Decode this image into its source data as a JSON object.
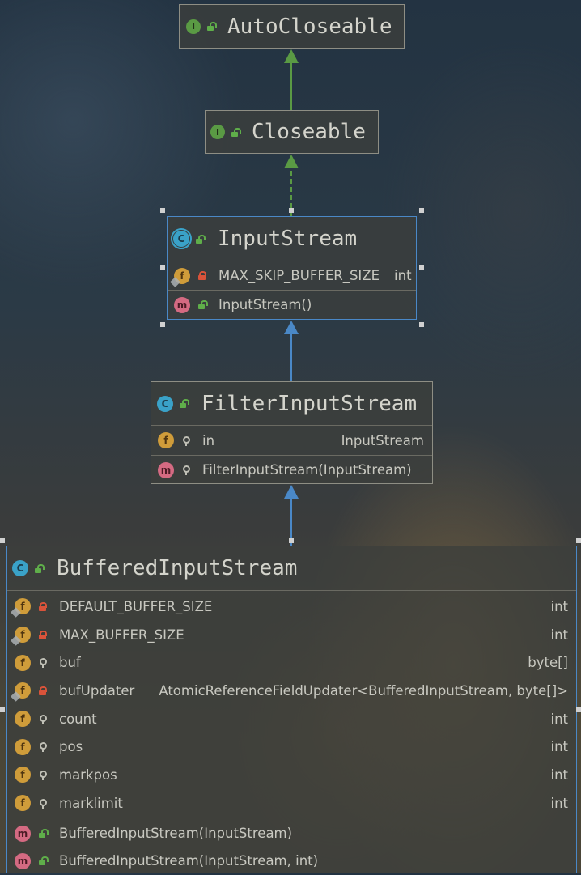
{
  "colors": {
    "accent_selected": "#4a88c7",
    "realization_arrow": "#5a9a44",
    "extends_arrow": "#4a88c7"
  },
  "nodes": {
    "autocloseable": {
      "name": "AutoCloseable",
      "kind_icon": "I",
      "visibility": "public"
    },
    "closeable": {
      "name": "Closeable",
      "kind_icon": "I",
      "visibility": "public"
    },
    "inputstream": {
      "name": "InputStream",
      "kind_icon": "C",
      "visibility": "public",
      "fields": [
        {
          "name": "MAX_SKIP_BUFFER_SIZE",
          "type": "int",
          "icon": "f"
        }
      ],
      "methods": [
        {
          "name": "InputStream()",
          "icon": "m"
        }
      ]
    },
    "filterinputstream": {
      "name": "FilterInputStream",
      "kind_icon": "C",
      "visibility": "public",
      "fields": [
        {
          "name": "in",
          "type": "InputStream",
          "icon": "f"
        }
      ],
      "methods": [
        {
          "name": "FilterInputStream(InputStream)",
          "icon": "m"
        }
      ]
    },
    "bufferedinputstream": {
      "name": "BufferedInputStream",
      "kind_icon": "C",
      "visibility": "public",
      "fields": [
        {
          "name": "DEFAULT_BUFFER_SIZE",
          "type": "int",
          "icon": "f"
        },
        {
          "name": "MAX_BUFFER_SIZE",
          "type": "int",
          "icon": "f"
        },
        {
          "name": "buf",
          "type": "byte[]",
          "icon": "f"
        },
        {
          "name": "bufUpdater",
          "type": "AtomicReferenceFieldUpdater<BufferedInputStream, byte[]>",
          "icon": "f"
        },
        {
          "name": "count",
          "type": "int",
          "icon": "f"
        },
        {
          "name": "pos",
          "type": "int",
          "icon": "f"
        },
        {
          "name": "markpos",
          "type": "int",
          "icon": "f"
        },
        {
          "name": "marklimit",
          "type": "int",
          "icon": "f"
        }
      ],
      "methods": [
        {
          "name": "BufferedInputStream(InputStream)",
          "icon": "m"
        },
        {
          "name": "BufferedInputStream(InputStream, int)",
          "icon": "m"
        }
      ]
    }
  }
}
